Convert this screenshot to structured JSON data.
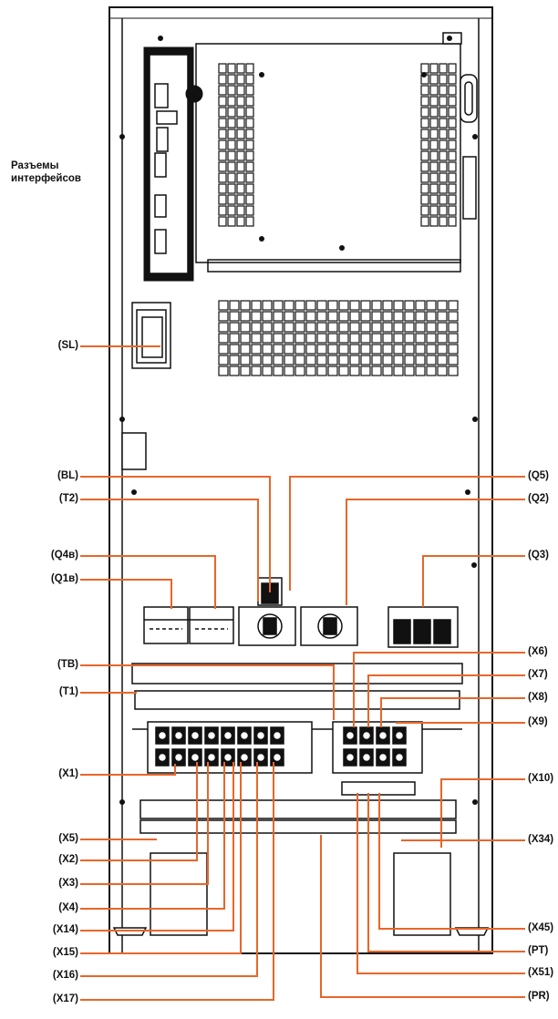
{
  "interface_label": [
    "Разъемы",
    "интерфейсов"
  ],
  "callouts_left": [
    "(SL)",
    "(BL)",
    "(T2)",
    "(Q4в)",
    "(Q1в)",
    "(TB)",
    "(T1)",
    "(X1)",
    "(X5)",
    "(X2)",
    "(X3)",
    "(X4)",
    "(X14)",
    "(X15)",
    "(X16)",
    "(X17)"
  ],
  "callouts_right": [
    "(Q5)",
    "(Q2)",
    "(Q3)",
    "(X6)",
    "(X7)",
    "(X8)",
    "(X9)",
    "(X10)",
    "(X34)",
    "(X45)",
    "(PT)",
    "(X51)",
    "(PR)"
  ],
  "colors": {
    "leader": "#e8662a",
    "outline": "#111111"
  }
}
